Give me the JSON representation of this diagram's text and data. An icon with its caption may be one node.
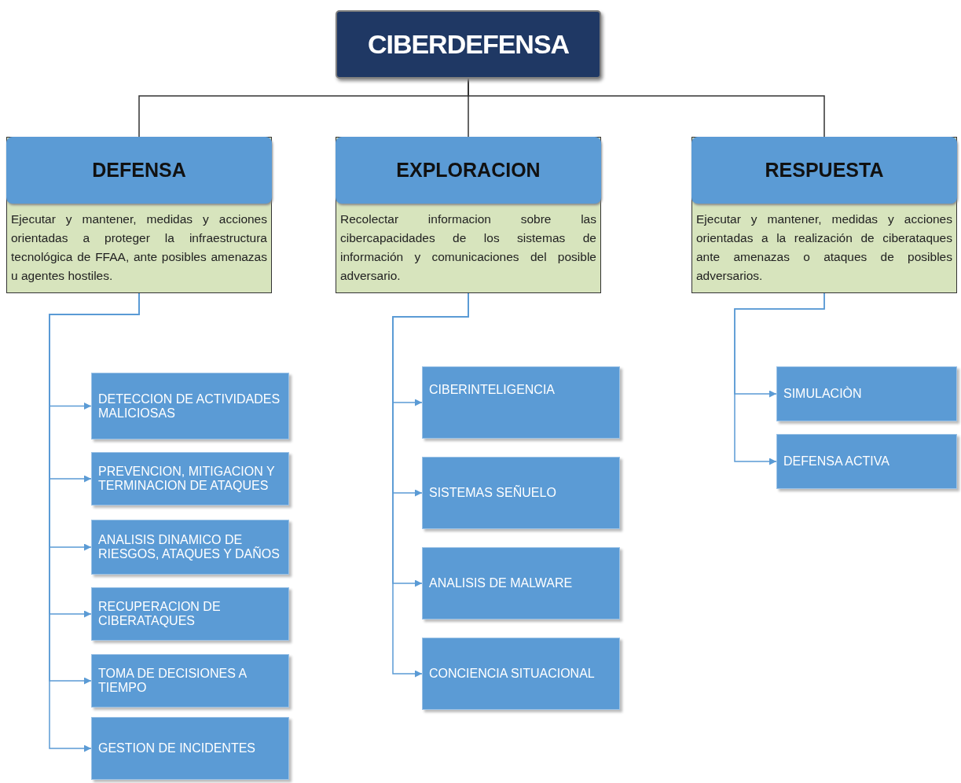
{
  "diagram": {
    "nodes": [
      {
        "text": [
          "CIBERDEFENSA"
        ]
      },
      {
        "text": [
          "DEFENSA",
          "Ejecutar y mantener, medidas y acciones orientadas a proteger la infraestructura tecnológica de FFAA, ante posibles amenazas u agentes hostiles."
        ]
      },
      {
        "text": [
          "EXPLORACION",
          "Recolectar informacion sobre las cibercapacidades de los sistemas de información y comunicaciones del posible adversario."
        ]
      },
      {
        "text": [
          "RESPUESTA",
          "Ejecutar y mantener, medidas y acciones orientadas a la realización de ciberataques ante amenazas o ataques de posibles adversarios."
        ]
      },
      {
        "text": [
          "DETECCION DE ACTIVIDADES MALICIOSAS"
        ]
      },
      {
        "text": [
          "PREVENCION, MITIGACION Y TERMINACION DE ATAQUES"
        ]
      },
      {
        "text": [
          "ANALISIS DINAMICO DE RIESGOS, ATAQUES Y DAÑOS"
        ]
      },
      {
        "text": [
          "RECUPERACION DE CIBERATAQUES"
        ]
      },
      {
        "text": [
          "TOMA DE DECISIONES A TIEMPO"
        ]
      },
      {
        "text": [
          "GESTION DE INCIDENTES"
        ]
      },
      {
        "text": [
          "CIBERINTELIGENCIA"
        ]
      },
      {
        "text": [
          "SISTEMAS SEÑUELO"
        ]
      },
      {
        "text": [
          "ANALISIS DE MALWARE"
        ]
      },
      {
        "text": [
          "CONCIENCIA SITUACIONAL"
        ]
      },
      {
        "text": [
          "SIMULACIÒN"
        ]
      },
      {
        "text": [
          "DEFENSA ACTIVA"
        ]
      }
    ],
    "edges": [
      {
        "from": 0,
        "to": 1,
        "arrow": "none",
        "color": "#333333"
      },
      {
        "from": 0,
        "to": 2,
        "arrow": "none",
        "color": "#333333"
      },
      {
        "from": 0,
        "to": 3,
        "arrow": "none",
        "color": "#333333"
      },
      {
        "from": 1,
        "to": 4,
        "arrow": "to"
      },
      {
        "from": 1,
        "to": 5,
        "arrow": "to"
      },
      {
        "from": 1,
        "to": 6,
        "arrow": "to"
      },
      {
        "from": 1,
        "to": 7,
        "arrow": "to"
      },
      {
        "from": 1,
        "to": 8,
        "arrow": "to"
      },
      {
        "from": 1,
        "to": 9,
        "arrow": "to"
      },
      {
        "from": 2,
        "to": 10,
        "arrow": "to"
      },
      {
        "from": 2,
        "to": 11,
        "arrow": "to"
      },
      {
        "from": 2,
        "to": 12,
        "arrow": "to"
      },
      {
        "from": 2,
        "to": 13,
        "arrow": "to"
      },
      {
        "from": 3,
        "to": 14,
        "arrow": "to"
      },
      {
        "from": 3,
        "to": 15,
        "arrow": "to"
      }
    ]
  }
}
